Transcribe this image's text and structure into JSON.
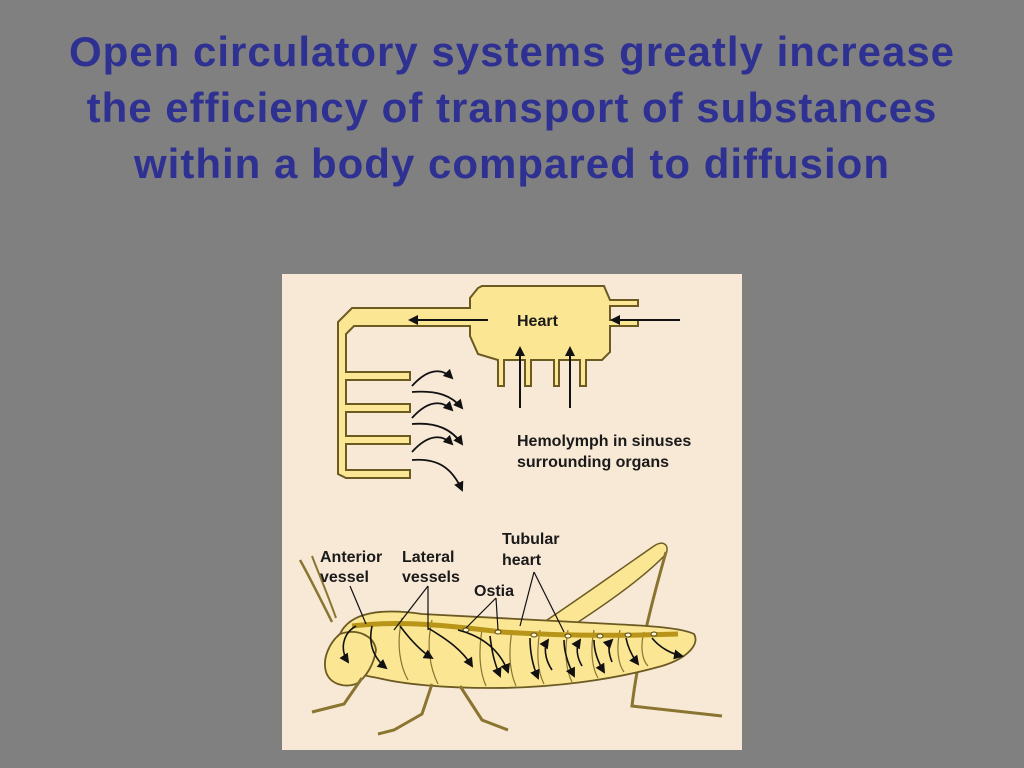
{
  "slide": {
    "title": "Open circulatory systems greatly increase the efficiency of transport of substances within a body compared to diffusion"
  },
  "diagram": {
    "top": {
      "heart_label": "Heart",
      "hemolymph_line1": "Hemolymph in sinuses",
      "hemolymph_line2": "surrounding organs"
    },
    "insect": {
      "anterior_line1": "Anterior",
      "anterior_line2": "vessel",
      "lateral_line1": "Lateral",
      "lateral_line2": "vessels",
      "tubular_line1": "Tubular",
      "tubular_line2": "heart",
      "ostia_label": "Ostia"
    }
  },
  "colors": {
    "title": "#2e3192",
    "background": "#808080",
    "figure_bg": "#f8e8d6",
    "hemolymph_fill": "#fbe694",
    "outline": "#5a4a20"
  }
}
